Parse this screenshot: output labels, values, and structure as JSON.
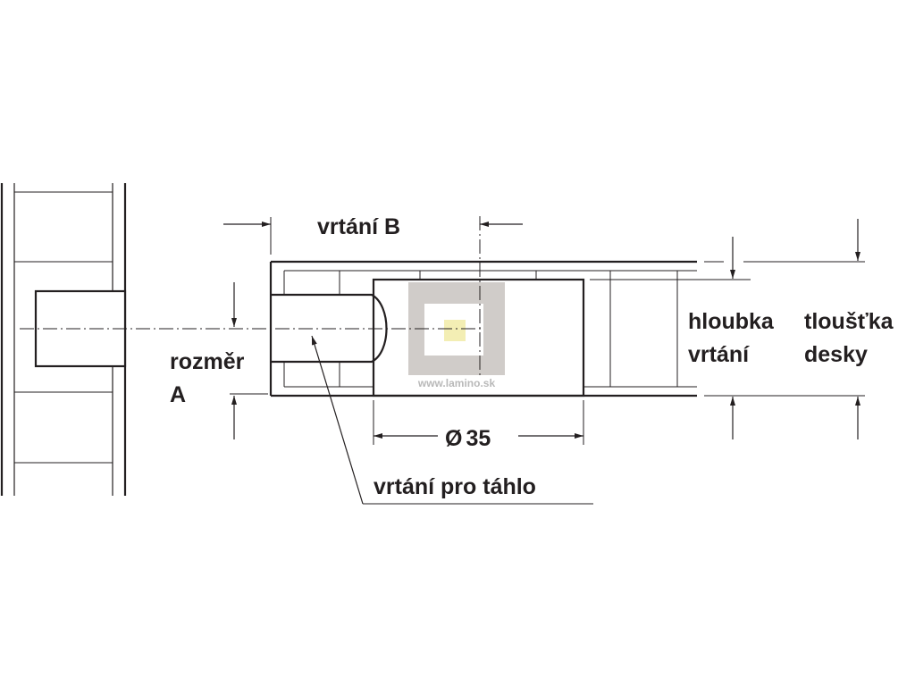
{
  "labels": {
    "vrtani_b": "vrtání B",
    "rozmer": "rozměr",
    "rozmer_a": "A",
    "hloubka": "hloubka",
    "hloubka_vrtani": "vrtání",
    "tloustka": "tloušťka",
    "tloustka_desky": "desky",
    "diameter_symbol": "Ø",
    "diameter_value": "35",
    "vrtani_pro_tahlo": "vrtání pro táhlo"
  },
  "watermark": {
    "text": "www.lamino.sk",
    "logo_color": "#d0ccc9",
    "center_color": "#f3eeb4"
  },
  "colors": {
    "line": "#231f20",
    "background": "#ffffff"
  }
}
